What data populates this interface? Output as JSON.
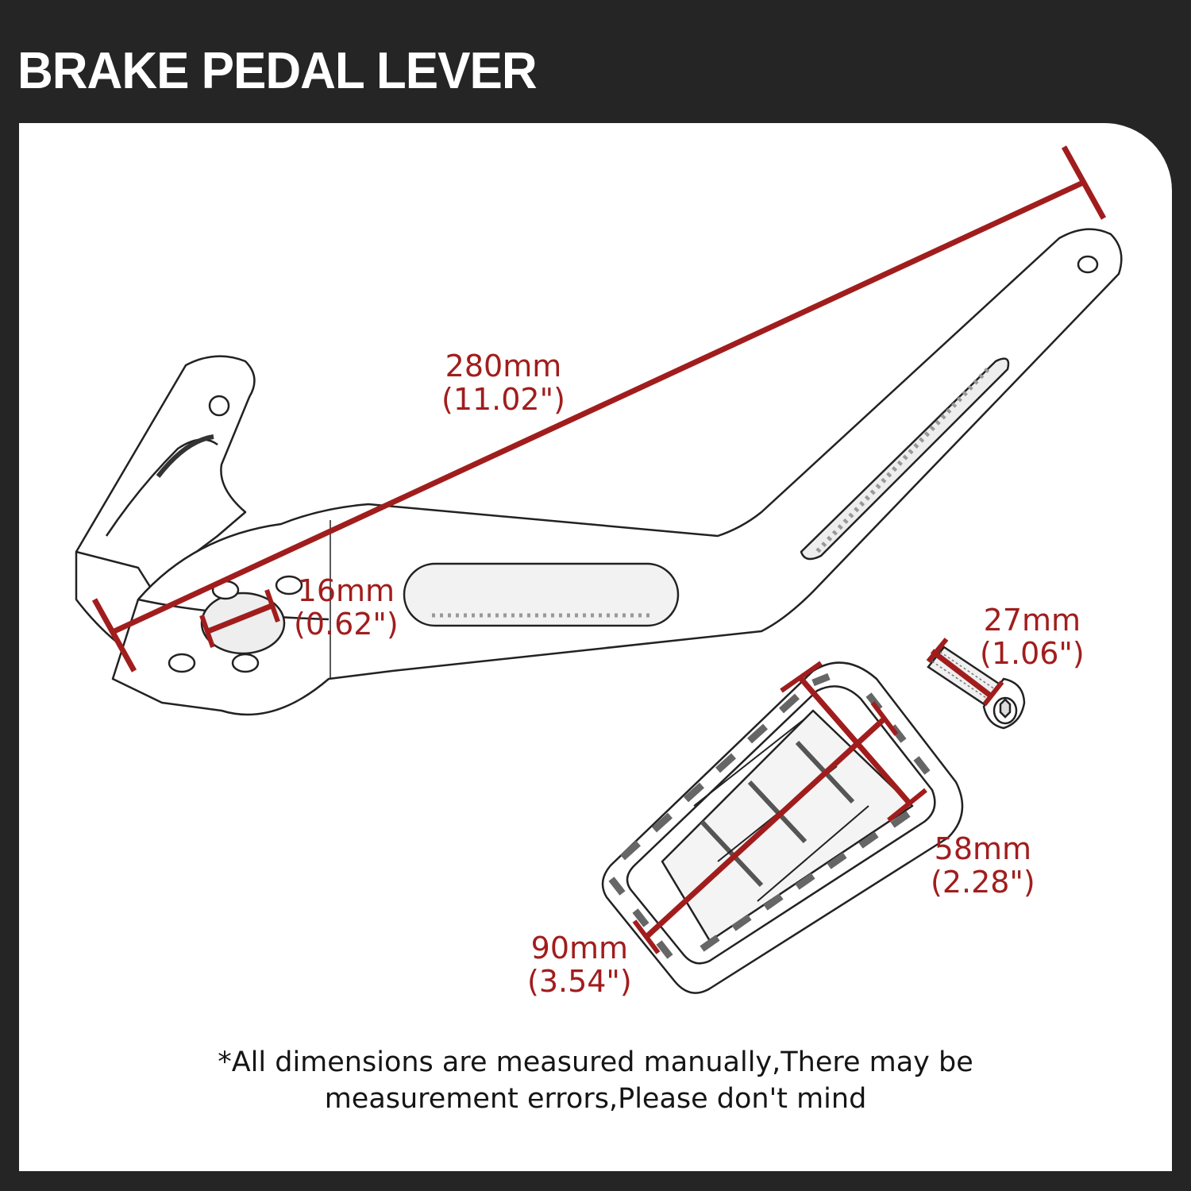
{
  "header": {
    "title": "BRAKE PEDAL LEVER"
  },
  "dimensions": {
    "lever_length": {
      "mm": "280mm",
      "inch": "(11.02\")"
    },
    "shaft_diameter": {
      "mm": "16mm",
      "inch": "(0.62\")"
    },
    "bolt_length": {
      "mm": "27mm",
      "inch": "(1.06\")"
    },
    "pad_width": {
      "mm": "58mm",
      "inch": "(2.28\")"
    },
    "pad_length": {
      "mm": "90mm",
      "inch": "(3.54\")"
    }
  },
  "footer": {
    "note_line1": "*All dimensions are measured manually,There may be",
    "note_line2": "measurement errors,Please don't mind"
  },
  "colors": {
    "background": "#252525",
    "panel": "#ffffff",
    "dimension_red": "#a11d1d",
    "outline": "#222222"
  }
}
